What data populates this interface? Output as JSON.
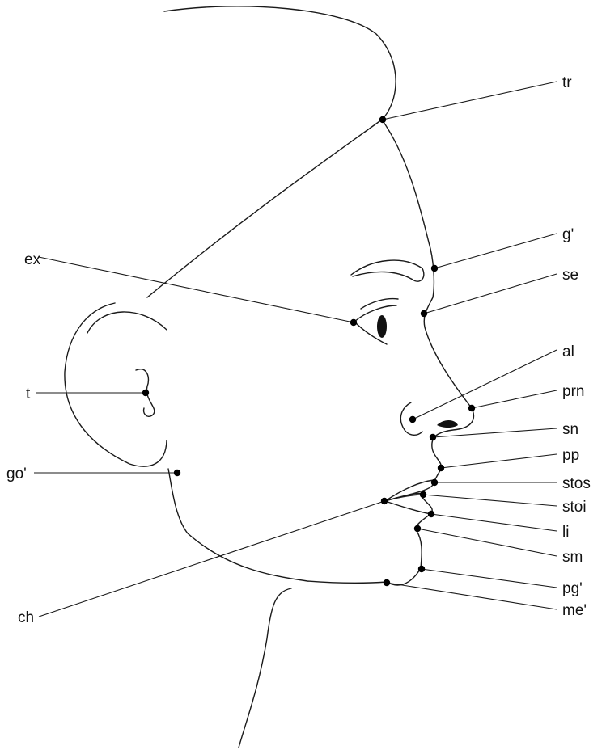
{
  "landmarks": [
    {
      "id": "tr",
      "label": "tr"
    },
    {
      "id": "g",
      "label": "g'"
    },
    {
      "id": "se",
      "label": "se"
    },
    {
      "id": "al",
      "label": "al"
    },
    {
      "id": "prn",
      "label": "prn"
    },
    {
      "id": "sn",
      "label": "sn"
    },
    {
      "id": "pp",
      "label": "pp"
    },
    {
      "id": "stos",
      "label": "stos"
    },
    {
      "id": "stoi",
      "label": "stoi"
    },
    {
      "id": "li",
      "label": "li"
    },
    {
      "id": "sm",
      "label": "sm"
    },
    {
      "id": "pg",
      "label": "pg'"
    },
    {
      "id": "me",
      "label": "me'"
    },
    {
      "id": "ex",
      "label": "ex"
    },
    {
      "id": "t",
      "label": "t"
    },
    {
      "id": "go",
      "label": "go'"
    },
    {
      "id": "ch",
      "label": "ch"
    }
  ],
  "colors": {
    "line": "#1a1a1a",
    "point": "#000000",
    "text": "#111111",
    "background": "#ffffff"
  }
}
